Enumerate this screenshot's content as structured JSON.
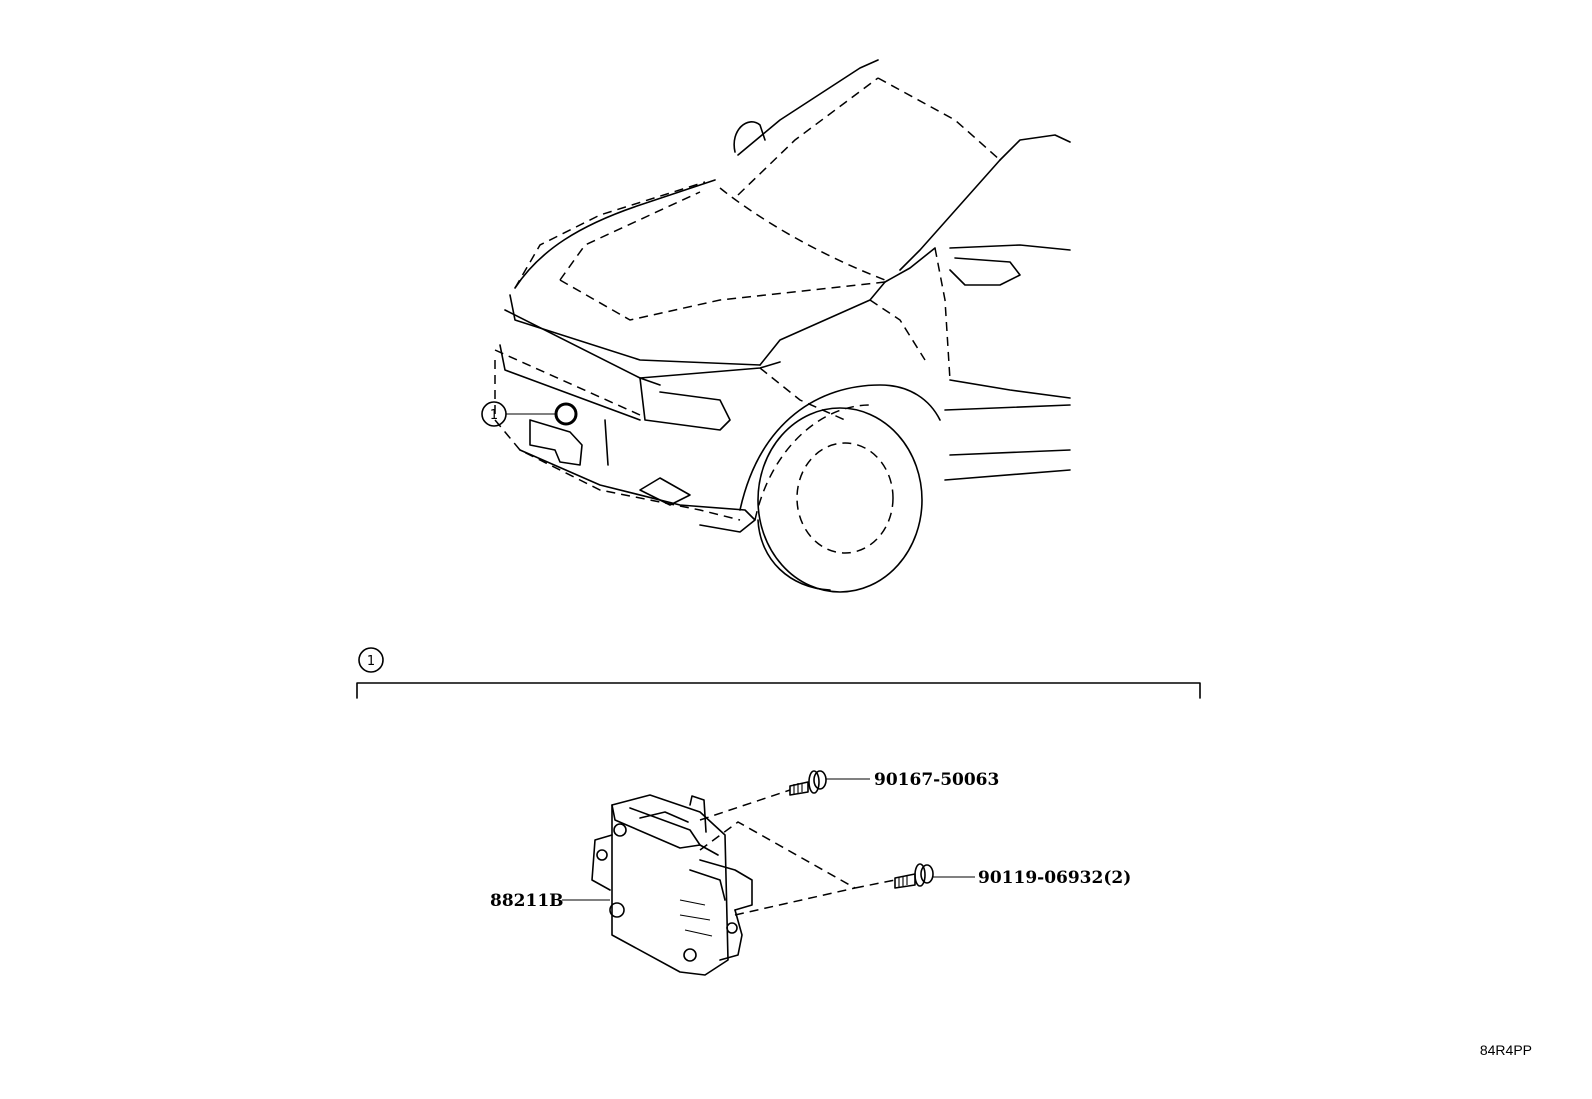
{
  "callout": {
    "ref_number": "1"
  },
  "parts": [
    {
      "number": "90167-50063"
    },
    {
      "number": "90119-06932(2)"
    },
    {
      "number": "88211B"
    }
  ],
  "diagram_code": "84R4PP"
}
